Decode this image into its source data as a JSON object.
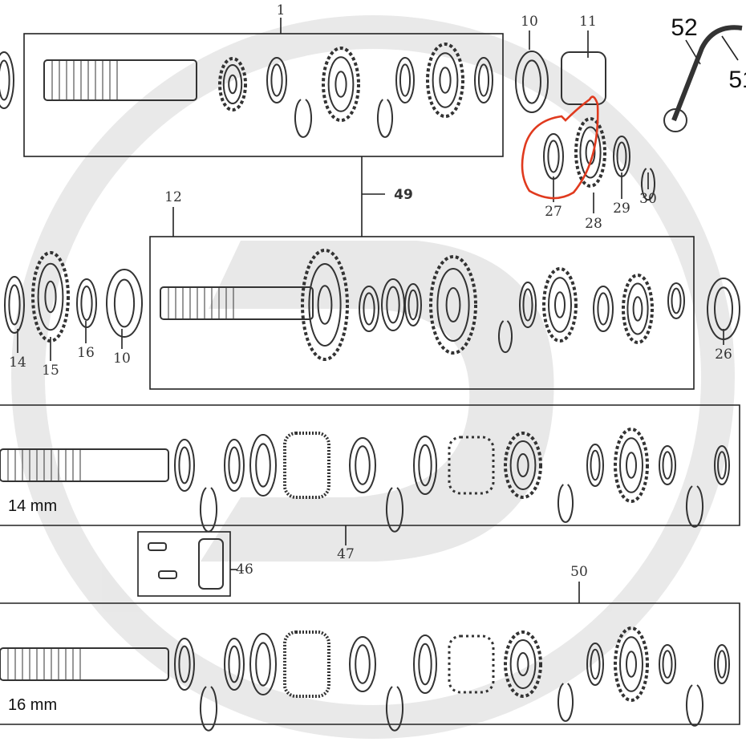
{
  "diagram": {
    "callouts": {
      "main_shaft_assembly": "1",
      "bearing_top": "10",
      "needle_bearing": "11",
      "kick_lever": "52",
      "kick_lever_rubber": "51",
      "washer_highlighted": "27",
      "gear_28": "28",
      "washer_29": "29",
      "circlip_30": "30",
      "transmission_assembly": "49",
      "countershaft_assembly": "12",
      "plate_14": "14",
      "sprocket": "15",
      "seal_16": "16",
      "bearing_left": "10",
      "bearing_right": "26",
      "kickstart_14mm": "47",
      "bracket_46": "46",
      "kickstart_16mm": "50"
    },
    "variants": {
      "shaft_14": "14 mm",
      "shaft_16": "16 mm"
    },
    "highlight_color": "#e03a1e"
  }
}
